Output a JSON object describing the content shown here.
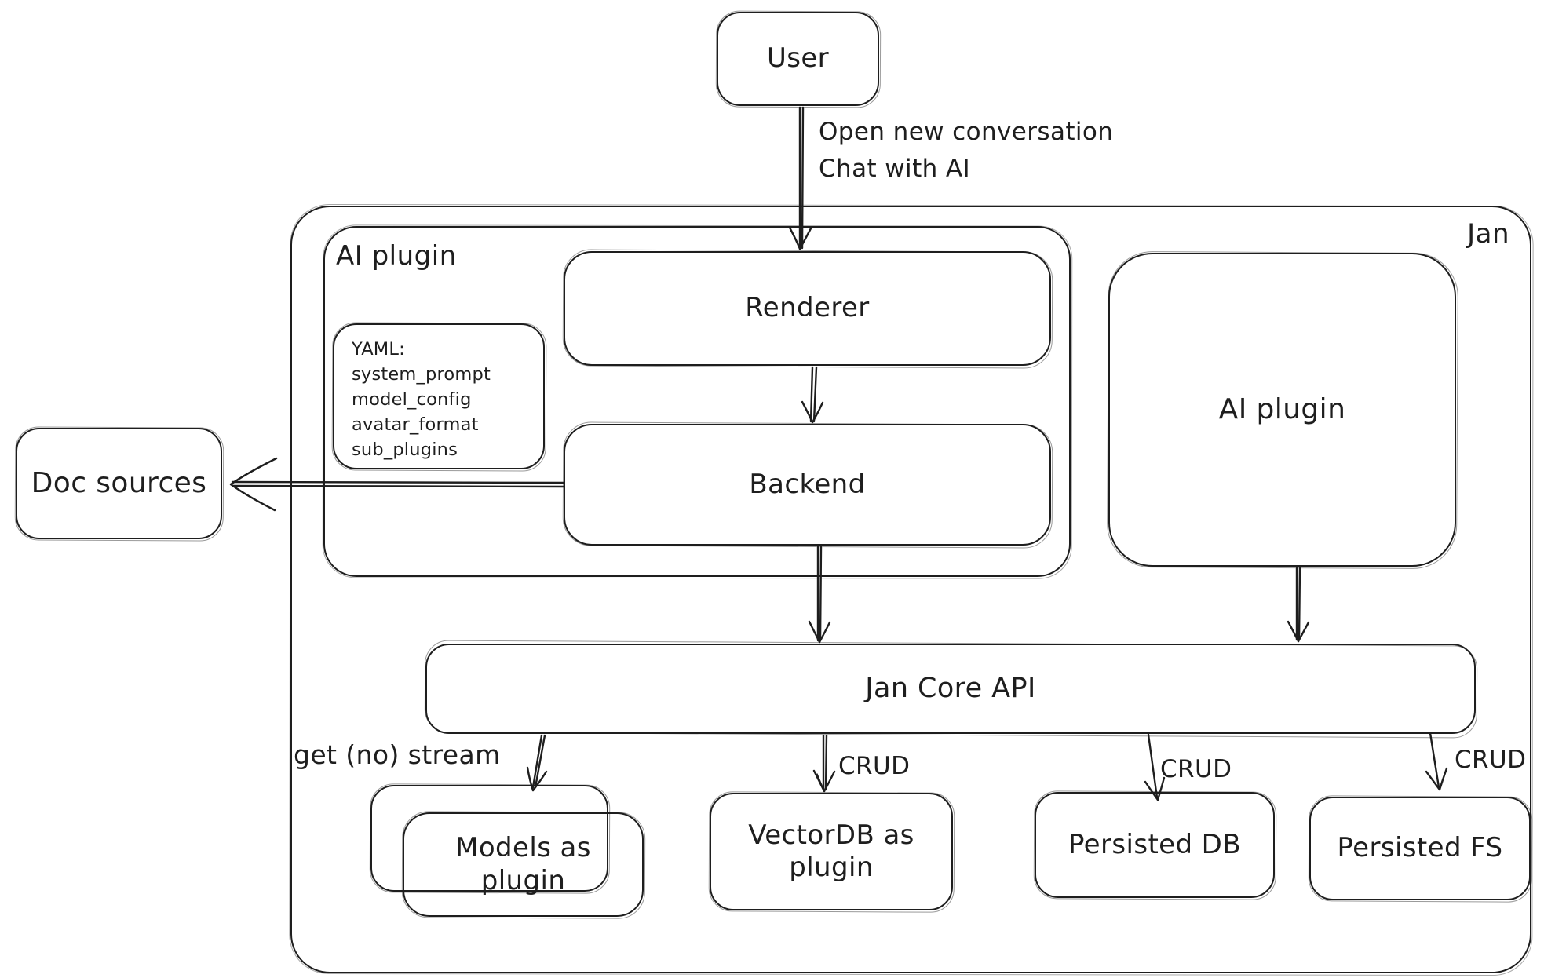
{
  "nodes": {
    "user": "User",
    "jan_container": "Jan",
    "ai_plugin_left": "AI plugin",
    "renderer": "Renderer",
    "backend": "Backend",
    "doc_sources": "Doc sources",
    "ai_plugin_right": "AI plugin",
    "jan_core_api": "Jan Core API",
    "models_as_plugin": "Models as plugin",
    "vectordb_as_plugin": "VectorDB as plugin",
    "persisted_db": "Persisted DB",
    "persisted_fs": "Persisted FS"
  },
  "yaml_note": {
    "lines": [
      "YAML:",
      "system_prompt",
      "model_config",
      "avatar_format",
      "sub_plugins"
    ]
  },
  "edge_labels": {
    "user_to_renderer_line1": "Open new conversation",
    "user_to_renderer_line2": "Chat with AI",
    "core_to_models": "get (no) stream",
    "core_to_vectordb": "CRUD",
    "core_to_persisted_db": "CRUD",
    "core_to_persisted_fs": "CRUD"
  },
  "colors": {
    "stroke": "#1e1e1e",
    "background": "#ffffff"
  }
}
